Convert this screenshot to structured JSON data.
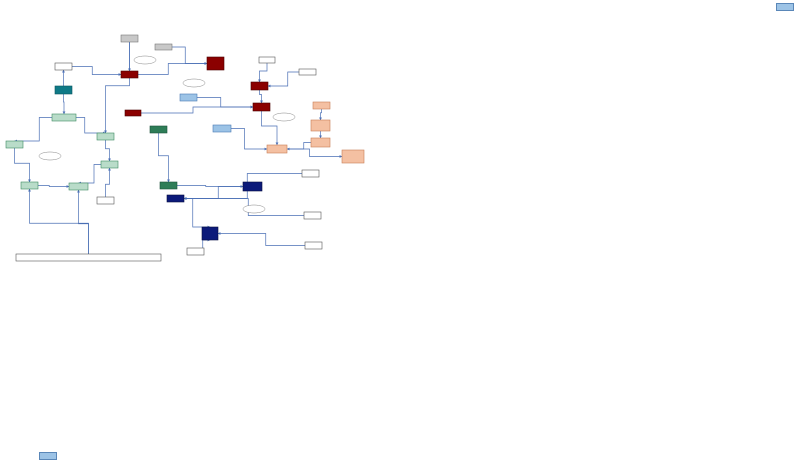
{
  "corner_buttons": {
    "top_right": "",
    "bottom_left": ""
  },
  "palette": {
    "edge": "#4a6fb5",
    "white": "#ffffff",
    "white_border": "#555555",
    "gray": "#c8c8c8",
    "teal": "#0f7a87",
    "mint": "#b9dcc9",
    "mint_border": "#3f8a63",
    "dark_green": "#2e7d57",
    "dark_red": "#8b0000",
    "navy": "#0c1a7a",
    "light_blue": "#9cc3e6",
    "light_blue_border": "#4a7ab5",
    "salmon": "#f4c0a2",
    "salmon_border": "#c97e55"
  },
  "nodes": [
    {
      "id": "n_gray1",
      "style": "gray",
      "text": ""
    },
    {
      "id": "n_gray2",
      "style": "gray",
      "text": ""
    },
    {
      "id": "n_white_top_left",
      "style": "white",
      "text": ""
    },
    {
      "id": "n_teal",
      "style": "teal",
      "text": ""
    },
    {
      "id": "n_red_mid",
      "style": "dark_red",
      "text": ""
    },
    {
      "id": "n_red_top",
      "style": "dark_red",
      "text": ""
    },
    {
      "id": "n_white_top",
      "style": "white",
      "text": ""
    },
    {
      "id": "n_white_top_right",
      "style": "white",
      "text": ""
    },
    {
      "id": "n_red_right1",
      "style": "dark_red",
      "text": ""
    },
    {
      "id": "n_red_right2",
      "style": "dark_red",
      "text": ""
    },
    {
      "id": "n_lblue_mid",
      "style": "light_blue",
      "text": ""
    },
    {
      "id": "n_red_small",
      "style": "dark_red",
      "text": ""
    },
    {
      "id": "n_mint_left_top",
      "style": "mint",
      "text": ""
    },
    {
      "id": "n_mint_far_left",
      "style": "mint",
      "text": ""
    },
    {
      "id": "n_mint_center",
      "style": "mint",
      "text": ""
    },
    {
      "id": "n_dgreen_mid",
      "style": "dark_green",
      "text": ""
    },
    {
      "id": "n_lblue_center",
      "style": "light_blue",
      "text": ""
    },
    {
      "id": "n_salmon1",
      "style": "salmon",
      "text": ""
    },
    {
      "id": "n_salmon2",
      "style": "salmon",
      "text": ""
    },
    {
      "id": "n_salmon3",
      "style": "salmon",
      "text": ""
    },
    {
      "id": "n_salmon4",
      "style": "salmon",
      "text": ""
    },
    {
      "id": "n_salmon_big",
      "style": "salmon",
      "text": ""
    },
    {
      "id": "n_mint_mid",
      "style": "mint",
      "text": ""
    },
    {
      "id": "n_mint_left",
      "style": "mint",
      "text": ""
    },
    {
      "id": "n_mint_left2",
      "style": "mint",
      "text": ""
    },
    {
      "id": "n_dgreen_low",
      "style": "dark_green",
      "text": ""
    },
    {
      "id": "n_navy1",
      "style": "navy",
      "text": ""
    },
    {
      "id": "n_navy2",
      "style": "navy",
      "text": ""
    },
    {
      "id": "n_navy3",
      "style": "navy",
      "text": ""
    },
    {
      "id": "n_white_low",
      "style": "white",
      "text": ""
    },
    {
      "id": "n_white_r1",
      "style": "white",
      "text": ""
    },
    {
      "id": "n_white_r2",
      "style": "white",
      "text": ""
    },
    {
      "id": "n_white_r3",
      "style": "white",
      "text": ""
    },
    {
      "id": "n_white_bottom",
      "style": "white",
      "text": ""
    },
    {
      "id": "n_wide_bottom",
      "style": "white",
      "text": ""
    }
  ],
  "annotations": [
    {
      "id": "a1",
      "text": ""
    },
    {
      "id": "a2",
      "text": ""
    },
    {
      "id": "a3",
      "text": ""
    },
    {
      "id": "a4",
      "text": ""
    },
    {
      "id": "a5",
      "text": ""
    }
  ],
  "edges": [
    {
      "from": "n_gray1",
      "to": "n_red_mid"
    },
    {
      "from": "n_gray2",
      "to": "n_red_top"
    },
    {
      "from": "n_red_mid",
      "to": "n_red_top"
    },
    {
      "from": "n_white_top_left",
      "to": "n_red_mid"
    },
    {
      "from": "n_teal",
      "to": "n_white_top_left"
    },
    {
      "from": "n_teal",
      "to": "n_mint_left_top"
    },
    {
      "from": "n_red_right1",
      "to": "n_red_right2"
    },
    {
      "from": "n_white_top",
      "to": "n_red_right1"
    },
    {
      "from": "n_white_top_right",
      "to": "n_red_right1"
    },
    {
      "from": "n_red_small",
      "to": "n_red_right2"
    },
    {
      "from": "n_lblue_mid",
      "to": "n_red_right2"
    },
    {
      "from": "n_mint_left_top",
      "to": "n_mint_far_left"
    },
    {
      "from": "n_mint_left_top",
      "to": "n_mint_center"
    },
    {
      "from": "n_mint_center",
      "to": "n_mint_mid"
    },
    {
      "from": "n_dgreen_mid",
      "to": "n_dgreen_low"
    },
    {
      "from": "n_lblue_center",
      "to": "n_salmon4"
    },
    {
      "from": "n_salmon1",
      "to": "n_salmon2"
    },
    {
      "from": "n_salmon2",
      "to": "n_salmon3"
    },
    {
      "from": "n_salmon3",
      "to": "n_salmon4"
    },
    {
      "from": "n_salmon4",
      "to": "n_salmon_big"
    },
    {
      "from": "n_mint_mid",
      "to": "n_mint_left2"
    },
    {
      "from": "n_mint_left",
      "to": "n_mint_left2"
    },
    {
      "from": "n_mint_far_left",
      "to": "n_mint_left"
    },
    {
      "from": "n_dgreen_low",
      "to": "n_navy1"
    },
    {
      "from": "n_navy1",
      "to": "n_navy2"
    },
    {
      "from": "n_navy2",
      "to": "n_navy3"
    },
    {
      "from": "n_white_r1",
      "to": "n_navy2"
    },
    {
      "from": "n_white_r2",
      "to": "n_navy2"
    },
    {
      "from": "n_white_r3",
      "to": "n_navy3"
    },
    {
      "from": "n_white_low",
      "to": "n_mint_mid"
    },
    {
      "from": "n_wide_bottom",
      "to": "n_mint_left"
    },
    {
      "from": "n_wide_bottom",
      "to": "n_mint_left2"
    },
    {
      "from": "n_white_bottom",
      "to": "n_navy3"
    },
    {
      "from": "n_red_right2",
      "to": "n_salmon4"
    },
    {
      "from": "n_gray1",
      "to": "n_mint_center"
    }
  ]
}
